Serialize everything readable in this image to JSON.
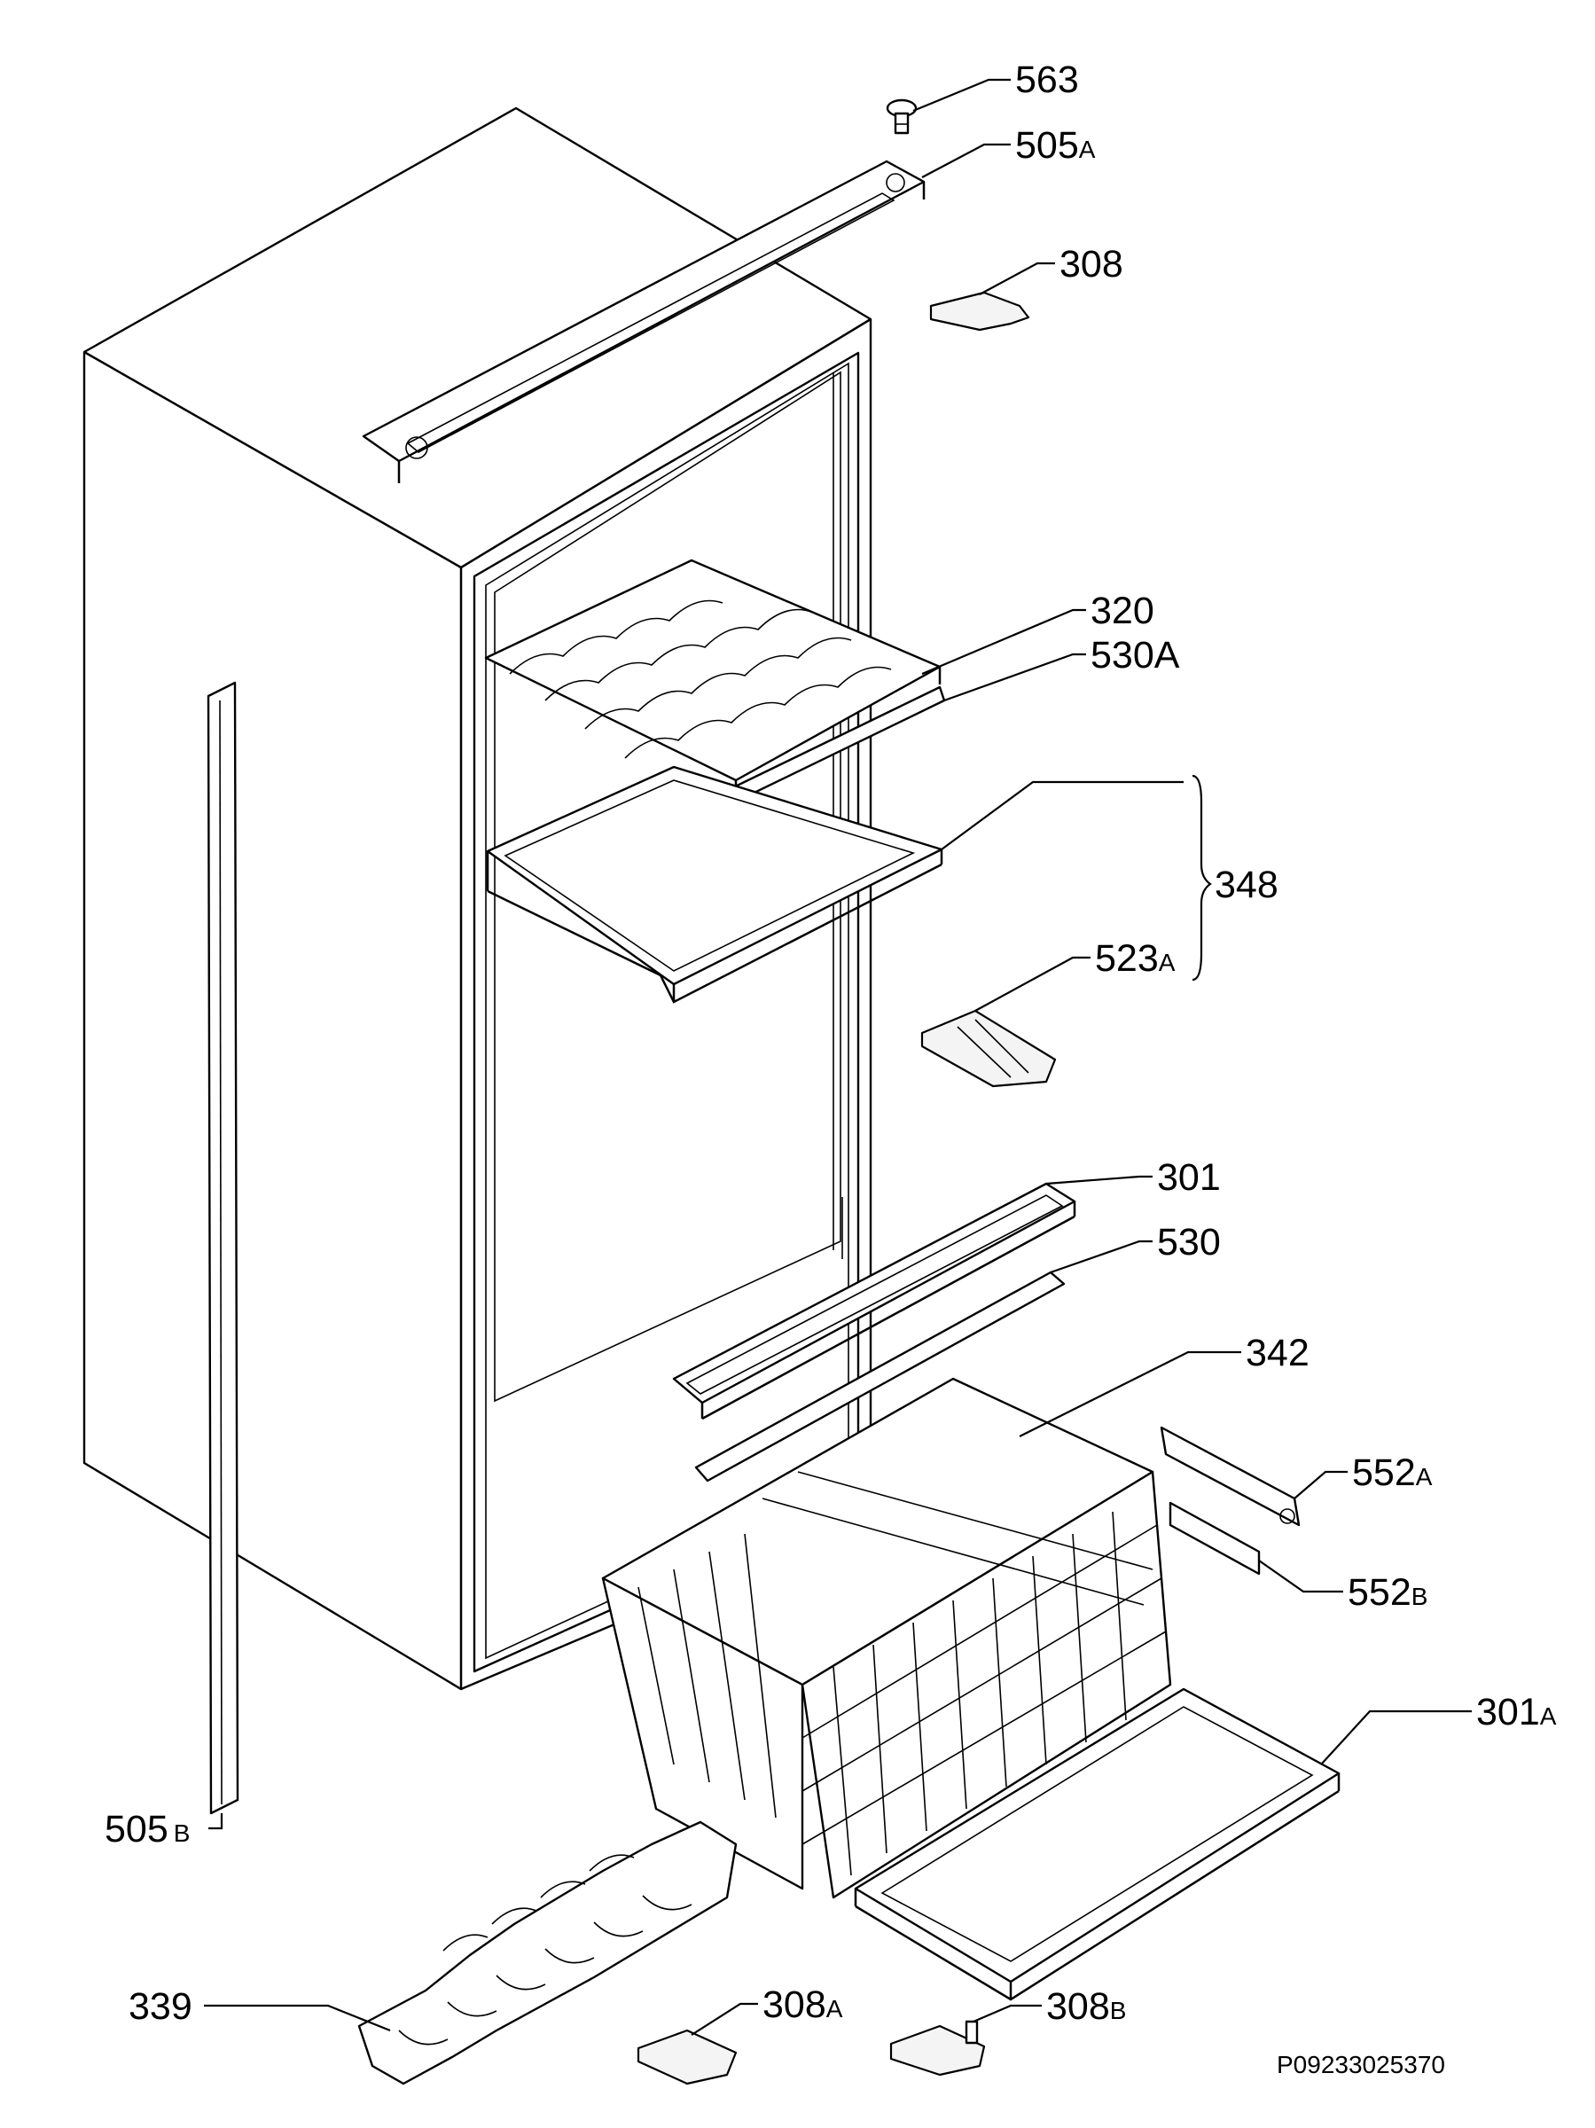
{
  "callouts": {
    "c563": "563",
    "c505A": "505",
    "c505A_sfx": "A",
    "c308": "308",
    "c320": "320",
    "c530A": "530A",
    "c348": "348",
    "c523A": "523",
    "c523A_sfx": "A",
    "c301": "301",
    "c530": "530",
    "c342": "342",
    "c552A": "552",
    "c552A_sfx": "A",
    "c552B": "552",
    "c552B_sfx": "B",
    "c301A": "301",
    "c301A_sfx": "A",
    "c505B": "505",
    "c505B_sfx": "B",
    "c339": "339",
    "c308A": "308",
    "c308A_sfx": "A",
    "c308B": "308",
    "c308B_sfx": "B"
  },
  "reference_code": "P09233025370"
}
